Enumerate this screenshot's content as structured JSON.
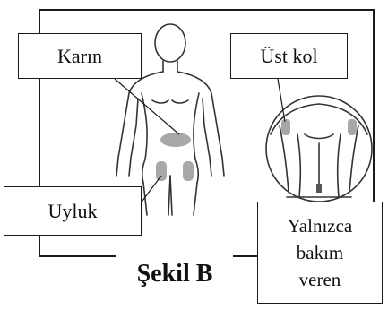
{
  "labels": {
    "abdomen": "Karın",
    "upper_arm": "Üst kol",
    "thigh": "Uyluk",
    "caregiver_line1": "Yalnızca",
    "caregiver_line2": "bakım",
    "caregiver_line3": "veren"
  },
  "caption": "Şekil B",
  "colors": {
    "outline": "#1a1a1a",
    "injection_site": "#a8a8a8",
    "background": "#ffffff"
  }
}
